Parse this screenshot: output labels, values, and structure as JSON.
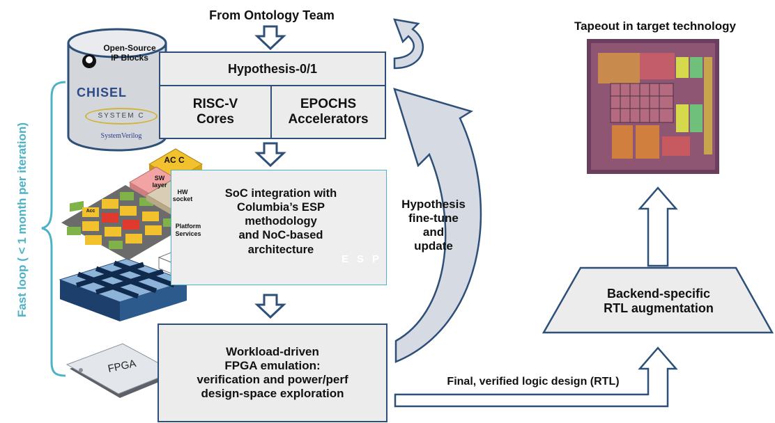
{
  "ontology_label": "From Ontology Team",
  "open_source": {
    "label_line1": "Open-Source",
    "label_line2": "IP Blocks",
    "chisel": "CHISEL",
    "systemc": "SYSTEM C",
    "systemverilog": "SystemVerilog"
  },
  "hypothesis": "Hypothesis-0/1",
  "riscv": {
    "line1": "RISC-V",
    "line2": "Cores"
  },
  "epochs": {
    "line1": "EPOCHS",
    "line2": "Accelerators"
  },
  "soc": {
    "line1": "SoC integration with",
    "line2": "Columbia’s ESP",
    "line3": "methodology",
    "line4": "and NoC-based",
    "line5": "architecture"
  },
  "soc_figure": {
    "acc_big": "AC C",
    "sw_layer": "SW layer",
    "hw_socket": "HW socket",
    "platform_services_1": "Platform",
    "platform_services_2": "Services",
    "tile_acc": "Acc"
  },
  "esp_logo": {
    "e": "E",
    "s": "S",
    "p": "P"
  },
  "fpga_chip": "FPGA",
  "fpga_box": {
    "line1": "Workload-driven",
    "line2": "FPGA emulation:",
    "line3": "verification and power/perf",
    "line4": "design-space exploration"
  },
  "fast_loop": "Fast loop ( < 1 month per iteration)",
  "hypothesis_update": {
    "line1": "Hypothesis",
    "line2": "fine-tune",
    "line3": "and",
    "line4": "update"
  },
  "final_design": "Final, verified logic design (RTL)",
  "backend": {
    "line1": "Backend-specific",
    "line2": "RTL augmentation"
  },
  "tapeout": "Tapeout in target technology",
  "colors": {
    "frame": "#2d4f78",
    "box_fill": "#ececec",
    "loop": "#4cb3c6",
    "arrow_fill": "#d6dbe3"
  }
}
